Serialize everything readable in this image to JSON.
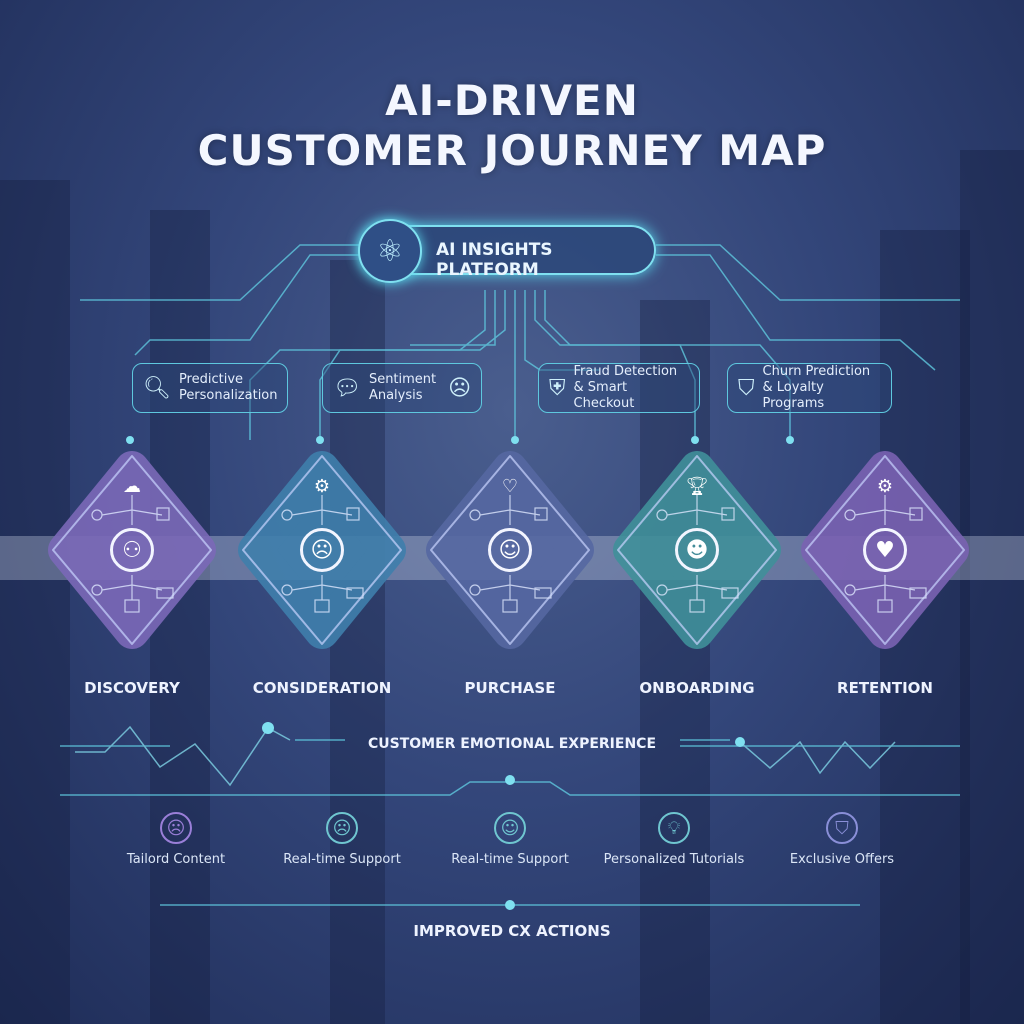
{
  "title": {
    "line1": "AI-DRIVEN",
    "line2": "CUSTOMER JOURNEY MAP"
  },
  "platform": {
    "label": "AI INSIGHTS PLATFORM",
    "icon": "brain-icon"
  },
  "callouts": [
    {
      "icon": "search-icon",
      "glyph": "🔍︎",
      "text": "Predictive Personalization"
    },
    {
      "icon": "chat-bubble-icon",
      "glyph": "💬︎",
      "text": "Sentiment Analysis",
      "extra": "☹"
    },
    {
      "icon": "shield-icon",
      "glyph": "⛨",
      "text": "Fraud Detection & Smart Checkout"
    },
    {
      "icon": "shield-face-icon",
      "glyph": "⛉",
      "text": "Churn Prediction & Loyalty Programs"
    }
  ],
  "stages": [
    {
      "label": "DISCOVERY",
      "face": "⚇",
      "color": "#7b69b8",
      "top_icon": "☁"
    },
    {
      "label": "CONSIDERATION",
      "face": "☹",
      "color": "#3f7fac",
      "top_icon": "⚙"
    },
    {
      "label": "PURCHASE",
      "face": "☺",
      "color": "#5668a2",
      "top_icon": "♡"
    },
    {
      "label": "ONBOARDING",
      "face": "☻",
      "color": "#40909a",
      "top_icon": "🏆︎"
    },
    {
      "label": "RETENTION",
      "face": "♥",
      "color": "#7a62b2",
      "top_icon": "⚙"
    }
  ],
  "emotion": {
    "label": "CUSTOMER EMOTIONAL EXPERIENCE"
  },
  "actions": [
    {
      "text": "Tailord Content",
      "glyph": "☹",
      "color": "#9a7fd8"
    },
    {
      "text": "Real-time Support",
      "glyph": "☹",
      "color": "#6fc6d0"
    },
    {
      "text": "Real-time Support",
      "glyph": "☺",
      "color": "#6fc6d0"
    },
    {
      "text": "Personalized Tutorials",
      "glyph": "💡︎",
      "color": "#6fc6d0"
    },
    {
      "text": "Exclusive Offers",
      "glyph": "⛉",
      "color": "#8a8fd8"
    }
  ],
  "footer": {
    "label": "IMPROVED CX ACTIONS"
  }
}
